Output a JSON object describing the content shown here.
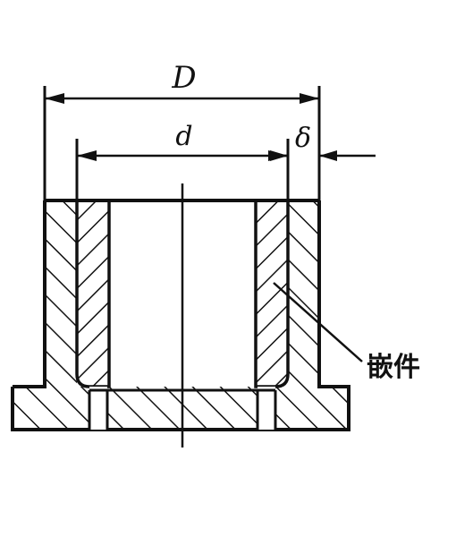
{
  "labels": {
    "outer_diameter": "D",
    "inner_diameter": "d",
    "thickness": "δ",
    "insert": "嵌件"
  }
}
